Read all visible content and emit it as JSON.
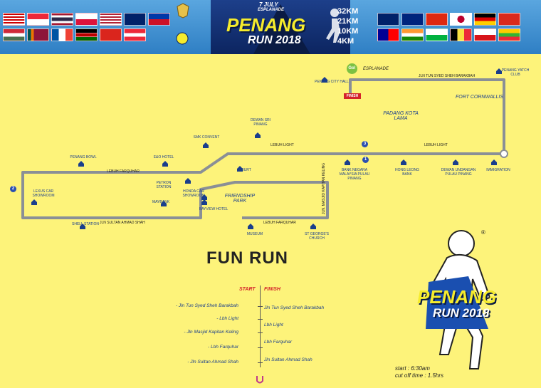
{
  "header": {
    "event_date": "7 JULY",
    "venue": "ESPLANADE",
    "logo_title": "PENANG",
    "logo_subtitle": "RUN 2018",
    "distances": [
      "32KM",
      "21KM",
      "10KM",
      "4KM"
    ],
    "flags_left_row1": [
      "malaysia-flag",
      "singapore-flag",
      "thailand-flag",
      "poland-flag",
      "usa-flag",
      "australia-flag",
      "philippines-flag"
    ],
    "flags_left_row2": [
      "hungary-flag",
      "sri-lanka-flag",
      "france-flag",
      "kenya-flag",
      "vietnam-flag",
      "austria-flag"
    ],
    "flags_right_row1": [
      "uk-flag",
      "new-zealand-flag",
      "china-flag",
      "japan-flag",
      "germany-flag",
      "switzerland-flag"
    ],
    "flags_right_row2": [
      "taiwan-flag",
      "india-flag",
      "wales-flag",
      "belgium-flag",
      "czech-flag",
      "myanmar-flag"
    ]
  },
  "map": {
    "go_marker": "Go!",
    "finish_marker": "FINISH",
    "checkpoints": [
      "1",
      "2",
      "3"
    ],
    "streets": {
      "esplanade": "ESPLANADE",
      "jln_tun_syed": "JLN TUN SYED SHEH BARAKBAH",
      "lebuh_light_1": "LEBUH LIGHT",
      "lebuh_light_2": "LEBUH LIGHT",
      "lebuh_farquhar_1": "LEBUH FARQUHAR",
      "lebuh_farquhar_2": "LEBUH FARQUHAR",
      "jln_sultan": "JLN SULTAN AHMAD SHAH",
      "jln_masjid": "JLN. MASJID KAPITAN KELING"
    },
    "areas": {
      "fort": "FORT CORNWALLIS",
      "padang": "PADANG KOTA LAMA",
      "friendship": "FRIENDSHIP PARK"
    },
    "landmarks": {
      "penang_yatch_club": "PENANG YATCH CLUB",
      "penang_city_hall": "PENANG CITY HALL",
      "dewan_sri_pinang": "DEWAN SRI PINANG",
      "smk_convent": "SMK CONVENT",
      "penang_bowl": "PENANG BOWL",
      "eo_hotel": "E&O HOTEL",
      "court": "COURT",
      "bank_negara": "BANK NEGARA MALAYSIA PULAU PINANG",
      "hong_leong": "HONG LEONG BANK",
      "dewan_undangan": "DEWAN UNDANGAN PULAU PINANG",
      "immigration": "IMMIGRATION",
      "petron": "PETRON STATION",
      "honda": "HONDA CAR SHOWROOM",
      "maybank": "MAYBANK",
      "bayview": "BAYVIEW HOTEL",
      "lexus": "LEXUS CAR SHOWROOM",
      "shell": "SHELL STATION",
      "museum": "MUSEUM",
      "st_george": "ST GEORGE'S CHURCH"
    }
  },
  "fun_run": {
    "title": "FUN RUN",
    "start_label": "START",
    "finish_label": "FINISH",
    "start_items": [
      "- Jln Tun Syed Sheh Barakbah",
      "- Lbh Light",
      "- Jln Masjid Kapitan Keling",
      "- Lbh Farquhar",
      "- Jln Sultan Ahmad Shah"
    ],
    "finish_items": [
      "Jln Tun Syed Sheh Barakbah",
      "Lbh Light",
      "Lbh Farquhar",
      "Jln Sultan Ahmad Shah"
    ],
    "start_time": "start : 6:30am",
    "cutoff": "cut off time : 1.5hrs"
  },
  "logo": {
    "title": "PENANG",
    "subtitle": "RUN 2018",
    "registered": "®"
  },
  "colors": {
    "background": "#fdf37a",
    "route": "#8a8f96",
    "label_blue": "#1a3e8c",
    "start_red": "#d4232a",
    "logo_yellow": "#f6ec2c"
  }
}
